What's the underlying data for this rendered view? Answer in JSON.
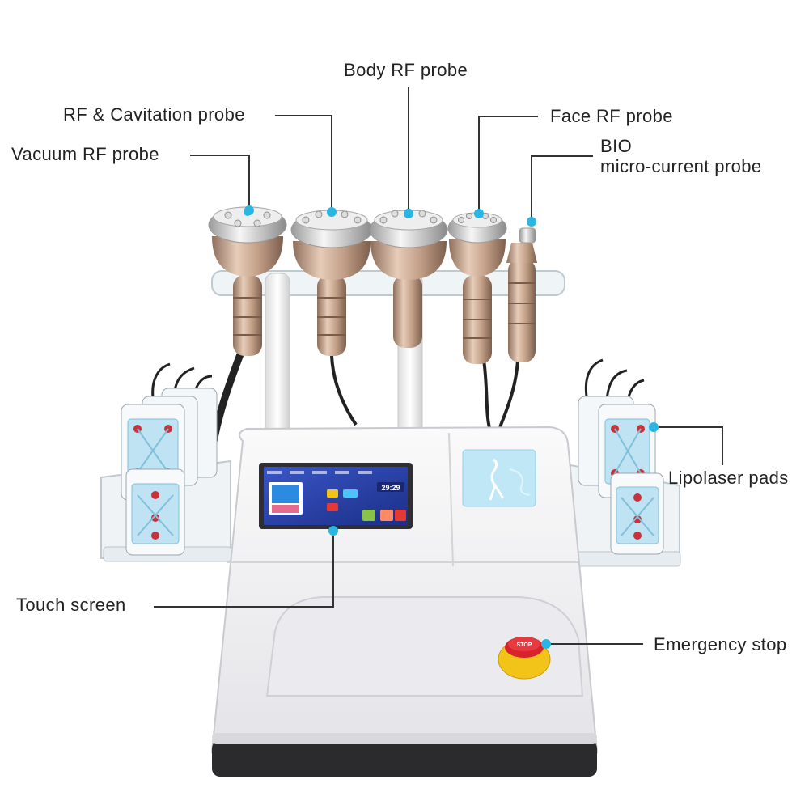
{
  "labels": {
    "body_rf": "Body RF probe",
    "rf_cavitation": "RF & Cavitation probe",
    "face_rf": "Face RF probe",
    "vacuum_rf": "Vacuum RF probe",
    "bio_line1": "BIO",
    "bio_line2": "micro-current probe",
    "lipolaser": "Lipolaser pads",
    "touch_screen": "Touch screen",
    "emergency_stop": "Emergency stop"
  },
  "device": {
    "screen_time": "29:29",
    "stop_button": "STOP"
  },
  "colors": {
    "callout_line": "#333333",
    "callout_dot": "#29b6e3",
    "probe_metal": "#c8a88e",
    "pad_blue": "#bfe3f2",
    "housing": "#f2f2f4",
    "base": "#2b2b2e",
    "stop_red": "#d8232a",
    "stop_yellow": "#f2c318"
  }
}
